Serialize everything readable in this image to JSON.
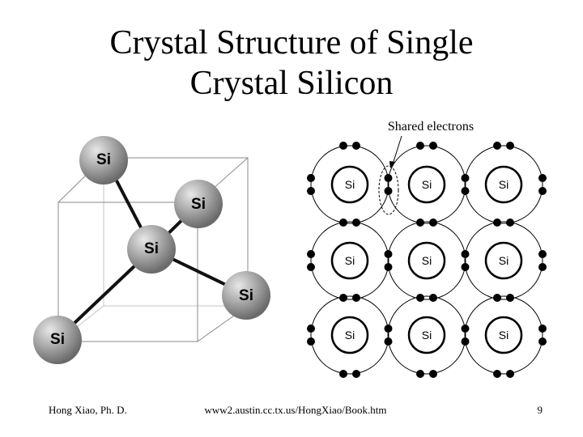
{
  "slide": {
    "title_line1": "Crystal Structure of Single",
    "title_line2": "Crystal Silicon"
  },
  "diagram": {
    "atom_label": "Si",
    "shared_electrons_label": "Shared electrons",
    "colors": {
      "atom_gradient_light": "#e8e8e8",
      "atom_gradient_dark": "#6a6a6a",
      "bond": "#111111",
      "cube_edge": "#8a8a8a",
      "electron": "#000000"
    }
  },
  "footer": {
    "author": "Hong Xiao, Ph. D.",
    "url": "www2.austin.cc.tx.us/HongXiao/Book.htm",
    "page": "9"
  }
}
